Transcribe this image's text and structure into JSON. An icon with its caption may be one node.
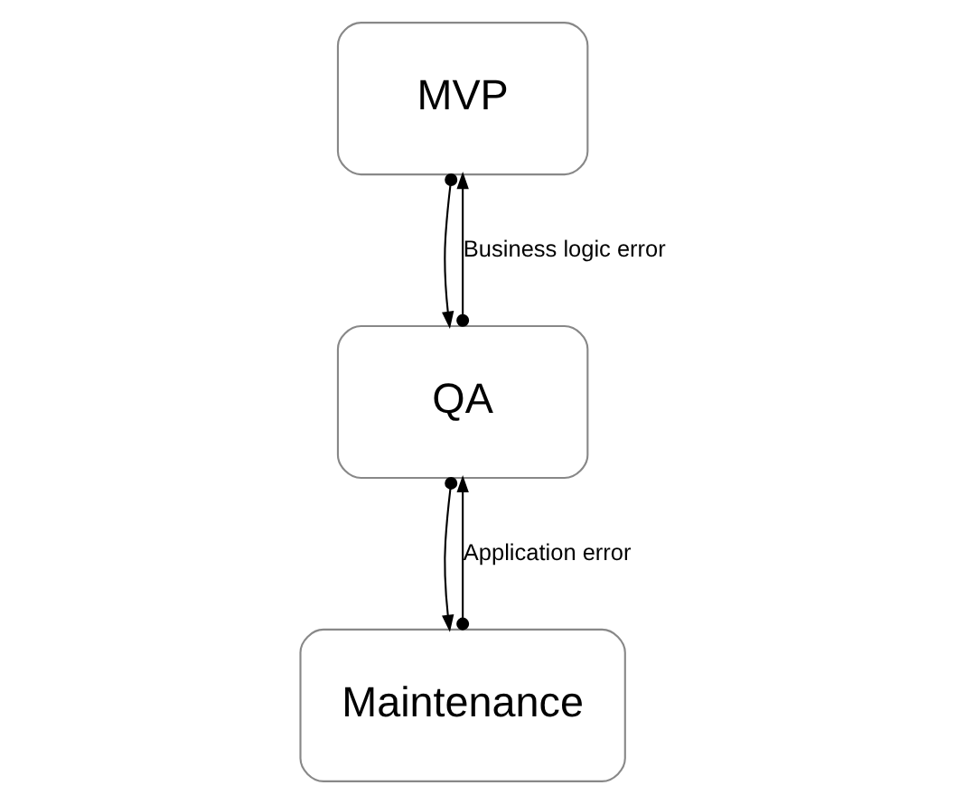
{
  "diagram": {
    "nodes": [
      {
        "text": [
          "MVP"
        ]
      },
      {
        "text": [
          "QA"
        ]
      },
      {
        "text": [
          "Maintenance"
        ]
      }
    ],
    "edges": [
      {
        "from": 1,
        "to": 0,
        "arrow": "to",
        "label": "Business logic error"
      },
      {
        "from": 0,
        "to": 1,
        "arrow": "to"
      },
      {
        "from": 1,
        "to": 2,
        "arrow": "to"
      },
      {
        "from": 2,
        "to": 1,
        "arrow": "to",
        "label": "Application error"
      }
    ]
  }
}
